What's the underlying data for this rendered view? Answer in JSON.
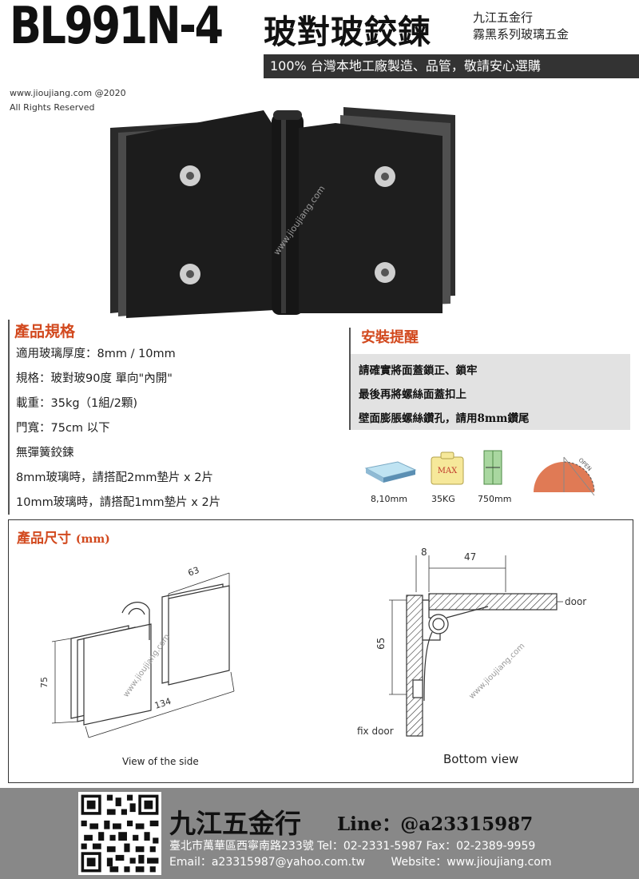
{
  "header": {
    "model": "BL991N-4",
    "product_name": "玻對玻鉸鍊",
    "company": "九江五金行",
    "series": "霧黑系列玻璃五金",
    "slogan": "100% 台灣本地工廠製造、品管，敬請安心選購"
  },
  "copyright": {
    "site_year": "www.jioujiang.com @2020",
    "rights": "All Rights Reserved"
  },
  "watermark": "www.jioujiang.com",
  "specs": {
    "title": "產品規格",
    "items": [
      "適用玻璃厚度：8mm / 10mm",
      "規格：玻對玻90度 單向\"內開\"",
      "載重：35kg（1組/2顆)",
      "門寬：75cm 以下",
      "無彈簧鉸鍊",
      "8mm玻璃時，請搭配2mm墊片 x 2片",
      "10mm玻璃時，請搭配1mm墊片 x 2片"
    ]
  },
  "install": {
    "title": "安裝提醒",
    "items": [
      "請確實將面蓋鎖正、鎖牢",
      "最後再將螺絲面蓋扣上",
      "壁面膨脹螺絲鑽孔，請用8mm鑽尾"
    ]
  },
  "icons": {
    "glass_label": "8,10mm",
    "max_text": "MAX",
    "weight_label": "35KG",
    "width_label": "750mm",
    "open_label": "OPEN"
  },
  "dimensions": {
    "title": "產品尺寸",
    "unit": "(mm)",
    "side": {
      "caption": "View of the side",
      "depth": "63",
      "height": "75",
      "width": "134"
    },
    "bottom": {
      "caption": "Bottom view",
      "offset": "8",
      "width": "47",
      "height": "65",
      "door_label": "door",
      "fix_door_label": "fix door"
    }
  },
  "footer": {
    "name": "九江五金行",
    "line_id": "Line：@a23315987",
    "address": "臺北市萬華區西寧南路233號   Tel：02-2331-5987   Fax：02-2389-9959",
    "email": "Email：a23315987@yahoo.com.tw",
    "website": "Website：www.jioujiang.com"
  },
  "colors": {
    "accent": "#d2491e",
    "dark": "#111111",
    "footer_bg": "#888888",
    "slogan_bg": "#333333"
  }
}
